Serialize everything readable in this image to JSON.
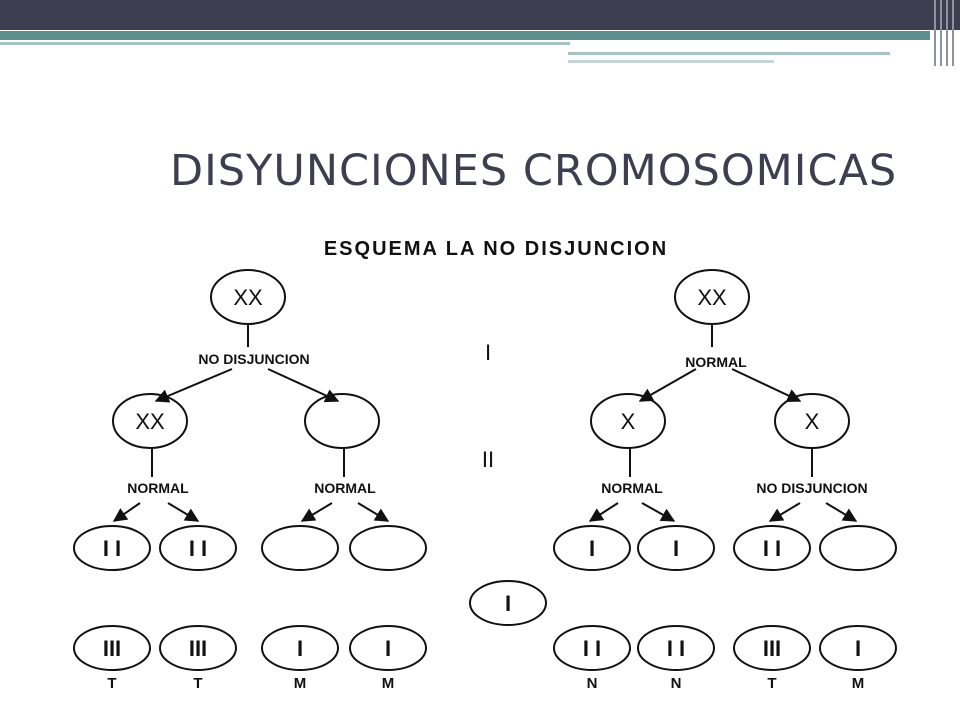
{
  "slide": {
    "title": "DISYUNCIONES CROMOSOMICAS"
  },
  "diagram": {
    "heading": "ESQUEMA LA NO DISJUNCION",
    "division_marks": [
      "I",
      "II"
    ],
    "left_tree": {
      "root": "XX",
      "division1_label": "NO DISJUNCION",
      "cells": [
        "XX",
        ""
      ],
      "division2_labels": [
        "NORMAL",
        "NORMAL"
      ],
      "gametes": [
        "I I",
        "I I",
        "",
        ""
      ],
      "zygotes": [
        "III",
        "III",
        "I",
        "I"
      ],
      "outcomes": [
        "T",
        "T",
        "M",
        "M"
      ]
    },
    "right_tree": {
      "root": "XX",
      "division1_label": "NORMAL",
      "cells": [
        "X",
        "X"
      ],
      "division2_labels": [
        "NORMAL",
        "NO DISJUNCION"
      ],
      "gametes": [
        "I",
        "I",
        "I I",
        ""
      ],
      "zygotes": [
        "I I",
        "I I",
        "III",
        "I"
      ],
      "outcomes": [
        "N",
        "N",
        "T",
        "M"
      ]
    },
    "center_gamete": "I"
  },
  "colors": {
    "title": "#3d3e50",
    "header_bar": "#3d3e50",
    "accent_band": "#5e8e8e"
  }
}
